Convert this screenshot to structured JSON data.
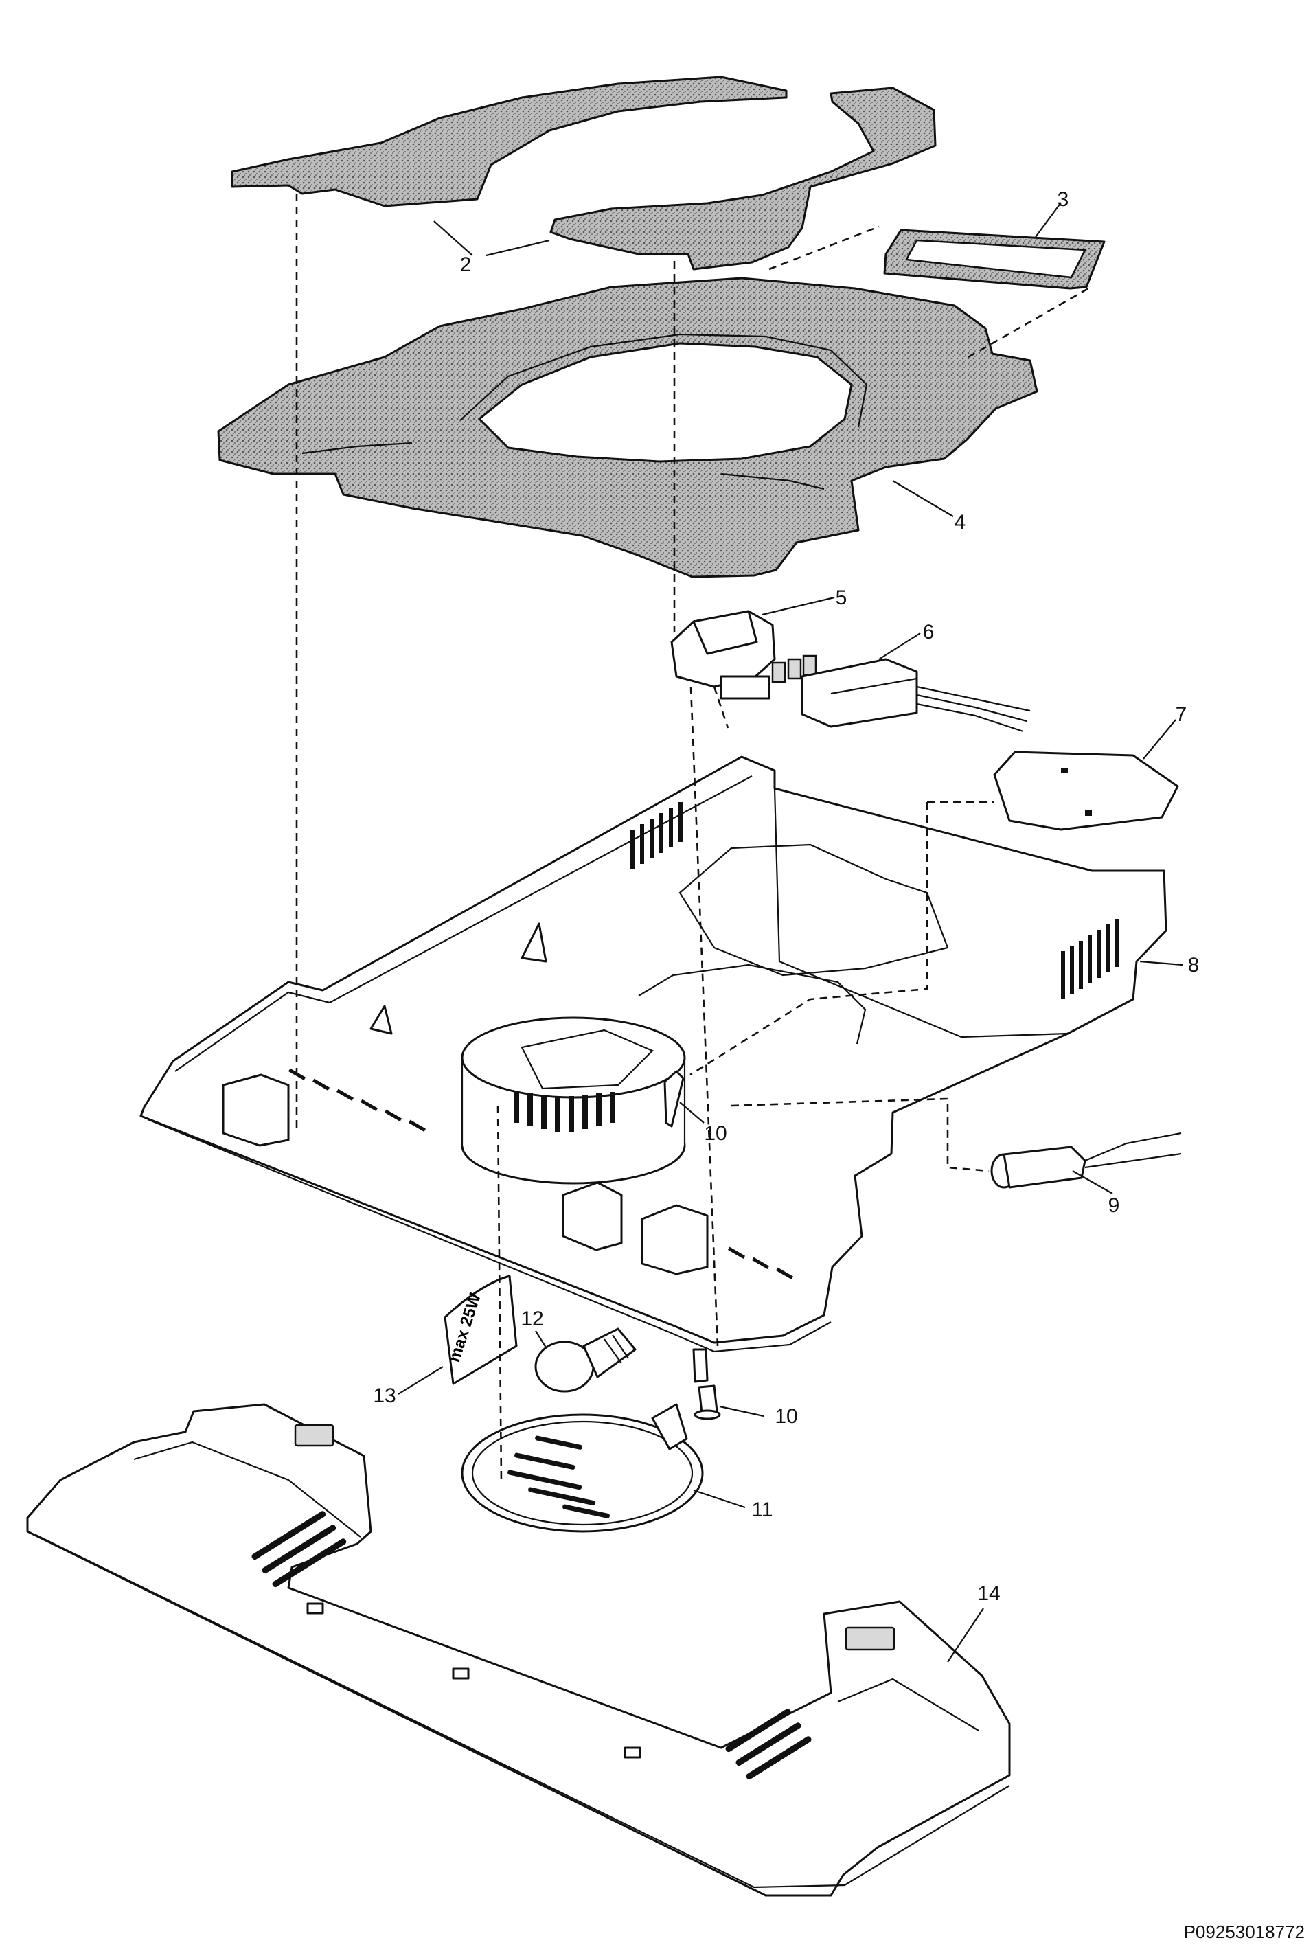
{
  "document_id": "P09253018772",
  "callouts": [
    {
      "id": "2",
      "label": "2"
    },
    {
      "id": "3",
      "label": "3"
    },
    {
      "id": "4",
      "label": "4"
    },
    {
      "id": "5",
      "label": "5"
    },
    {
      "id": "6",
      "label": "6"
    },
    {
      "id": "7",
      "label": "7"
    },
    {
      "id": "8",
      "label": "8"
    },
    {
      "id": "9",
      "label": "9"
    },
    {
      "id": "10a",
      "label": "10"
    },
    {
      "id": "10b",
      "label": "10"
    },
    {
      "id": "11",
      "label": "11"
    },
    {
      "id": "12",
      "label": "12"
    },
    {
      "id": "13",
      "label": "13"
    },
    {
      "id": "14",
      "label": "14"
    }
  ],
  "bulb_sticker_text": "max 25W"
}
